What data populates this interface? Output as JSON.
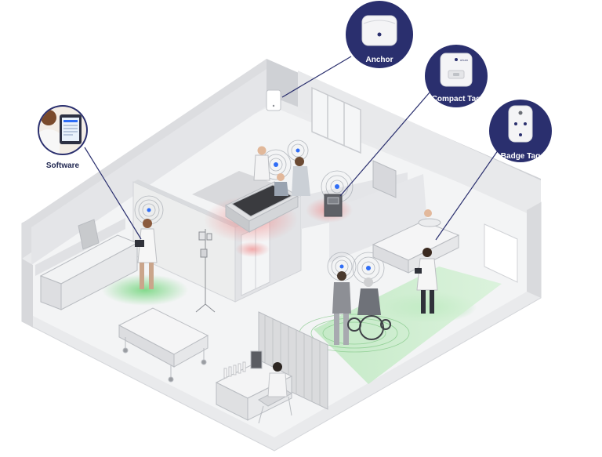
{
  "callouts": {
    "software": "Software",
    "anchor": "Anchor",
    "compact_tag": "Compact Tag",
    "badge_tag": "Badge Tag"
  },
  "device_brand": "uhum",
  "colors": {
    "navy": "#2a2f6e",
    "signal_green": "#5fd16a",
    "alert_red": "#f08a8a",
    "beacon_blue": "#2f6df6",
    "wall": "#e6e7ea",
    "floor": "#f1f2f3"
  },
  "icons": [
    "anchor-device",
    "compact-tag-device",
    "badge-tag-device",
    "tablet-software",
    "beacon-dot",
    "signal-rings"
  ]
}
